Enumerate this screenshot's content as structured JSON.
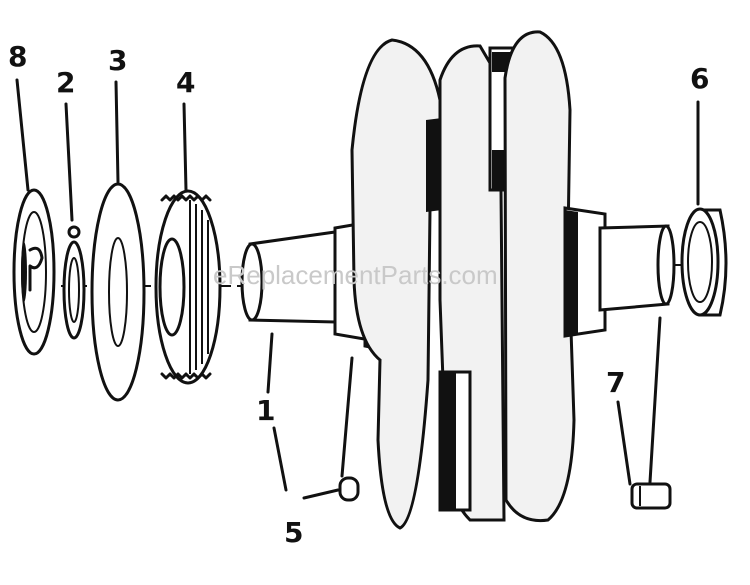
{
  "diagram": {
    "callouts": [
      {
        "id": "8",
        "text": "8"
      },
      {
        "id": "2",
        "text": "2"
      },
      {
        "id": "3",
        "text": "3"
      },
      {
        "id": "4",
        "text": "4"
      },
      {
        "id": "6",
        "text": "6"
      },
      {
        "id": "1",
        "text": "1"
      },
      {
        "id": "5",
        "text": "5"
      },
      {
        "id": "7",
        "text": "7"
      }
    ],
    "watermark": "eReplacementParts.com"
  }
}
